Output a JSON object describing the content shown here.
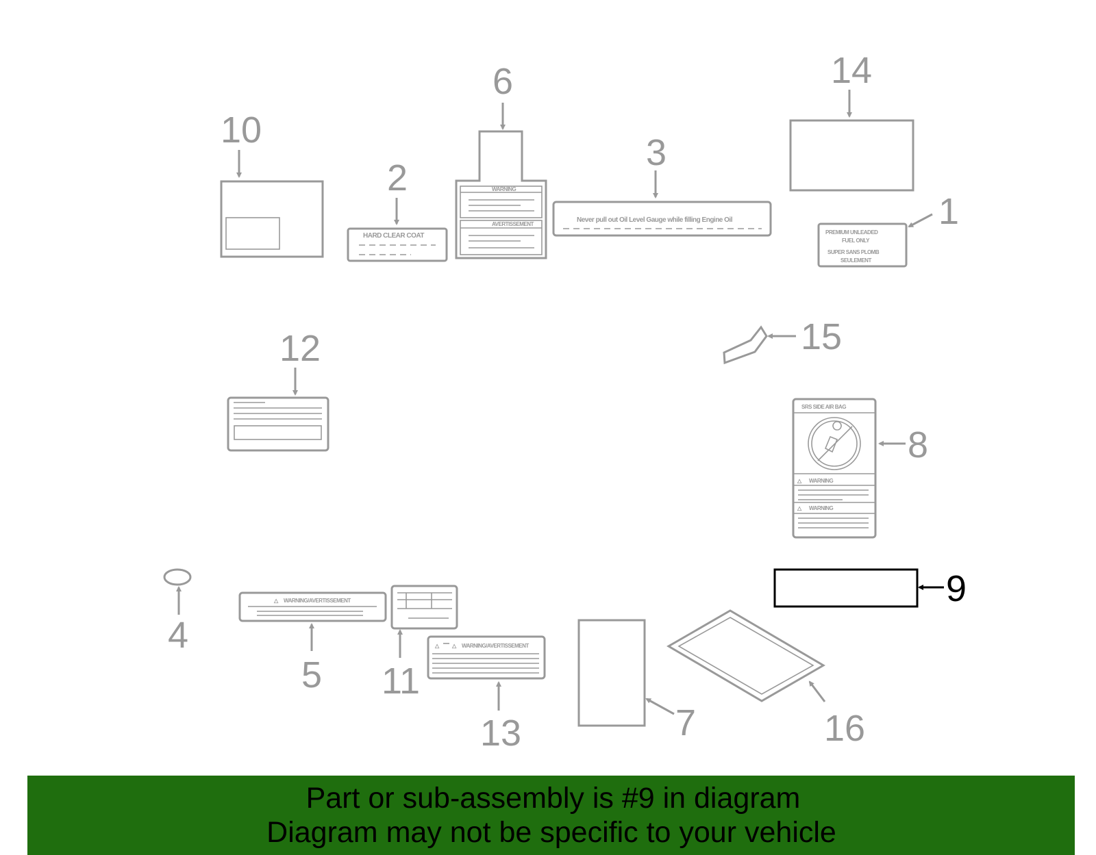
{
  "callouts": {
    "c1": "1",
    "c2": "2",
    "c3": "3",
    "c4": "4",
    "c5": "5",
    "c6": "6",
    "c7": "7",
    "c8": "8",
    "c9": "9",
    "c10": "10",
    "c11": "11",
    "c12": "12",
    "c13": "13",
    "c14": "14",
    "c15": "15",
    "c16": "16"
  },
  "labels": {
    "hard_clear_coat": "HARD  CLEAR  COAT",
    "oil_notice": "Never pull out Oil Level Gauge while filling Engine Oil",
    "fuel_line1": "PREMIUM  UNLEADED",
    "fuel_line2": "FUEL  ONLY",
    "fuel_line3": "SUPER SANS PLOMB",
    "fuel_line4": "SEULEMENT",
    "srs_title": "SRS SIDE AIR BAG",
    "warning_a": "WARNING",
    "warning_b": "WARNING",
    "warn6_a": "WARNING",
    "warn6_b": "AVERTISSEMENT",
    "warn5": "WARNING/AVERTISSEMENT",
    "warn13": "WARNING/AVERTISSEMENT"
  },
  "highlighted_part": "9",
  "banner": {
    "line1": "Part or sub-assembly is #9 in diagram",
    "line2": "Diagram may not be specific to your vehicle"
  },
  "colors": {
    "part_gray": "#999999",
    "highlight": "#000000",
    "banner_bg": "#1f6e0e"
  }
}
